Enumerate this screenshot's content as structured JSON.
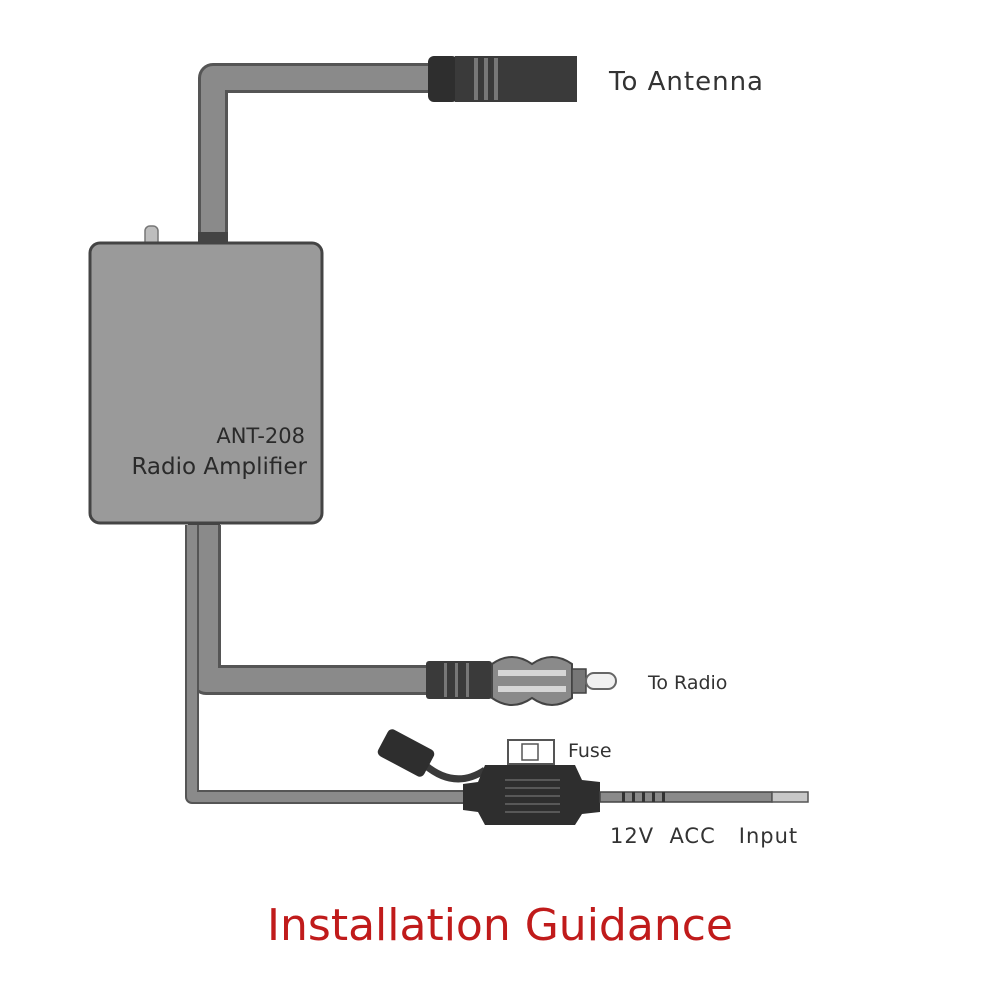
{
  "labels": {
    "antenna": "To Antenna",
    "model": "ANT-208",
    "device": "Radio Amplifier",
    "radio": "To Radio",
    "fuse": "Fuse",
    "power": "12V  ACC   Input"
  },
  "caption": "Installation Guidance",
  "colors": {
    "cable": "#8a8a8a",
    "cable_outline": "#555555",
    "device_body": "#9a9a9a",
    "connector": "#3a3a3a",
    "caption": "#c01b1b"
  }
}
